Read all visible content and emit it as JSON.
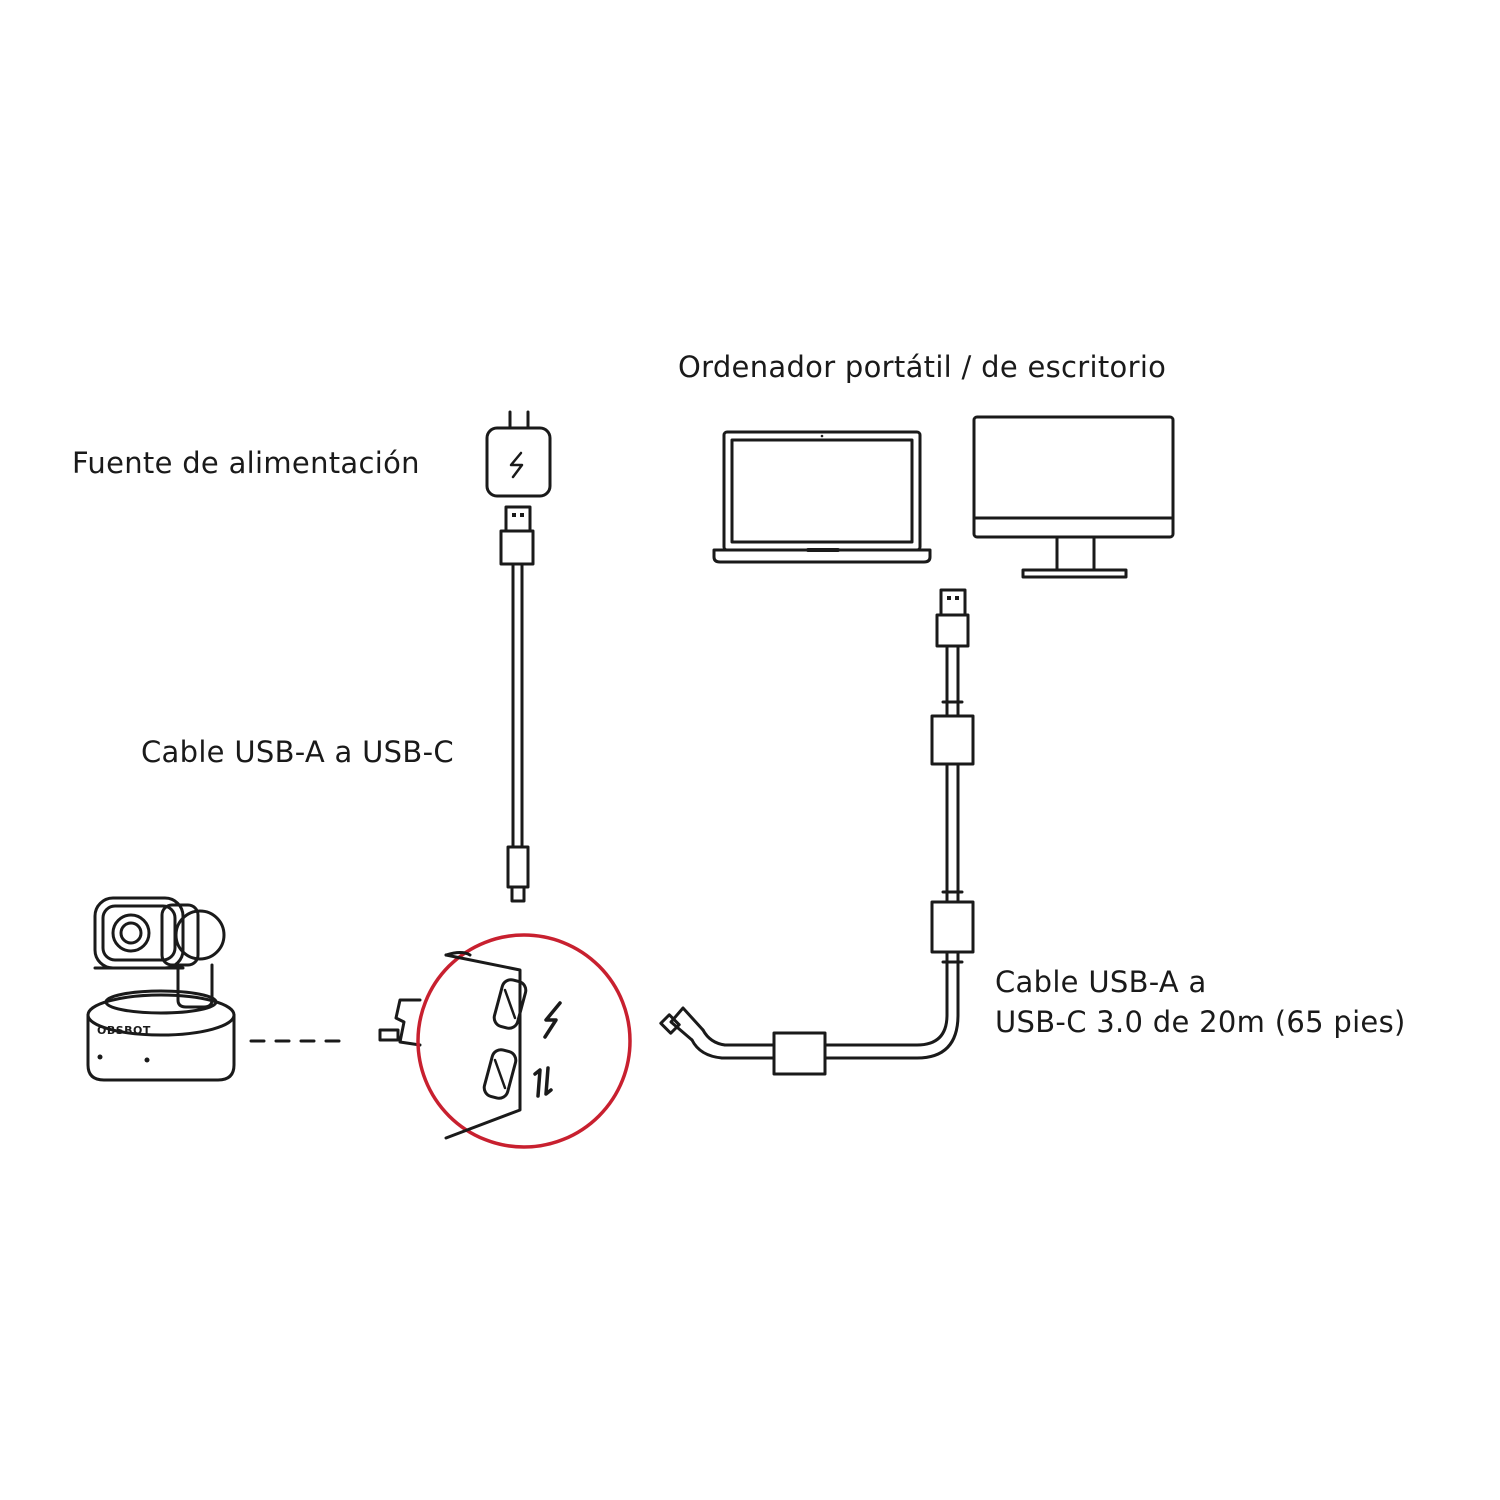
{
  "labels": {
    "computer": "Ordenador portátil / de escritorio",
    "power_supply": "Fuente de alimentación",
    "short_cable": "Cable USB-A a USB-C",
    "long_cable_line1": "Cable USB-A a",
    "long_cable_line2": "USB-C 3.0 de 20m (65 pies)"
  },
  "camera": {
    "brand": "OBSBOT"
  },
  "colors": {
    "stroke": "#1a1a1a",
    "accent": "#c8202f",
    "background": "#ffffff"
  },
  "icons": [
    "lightning-icon",
    "data-transfer-icon"
  ]
}
